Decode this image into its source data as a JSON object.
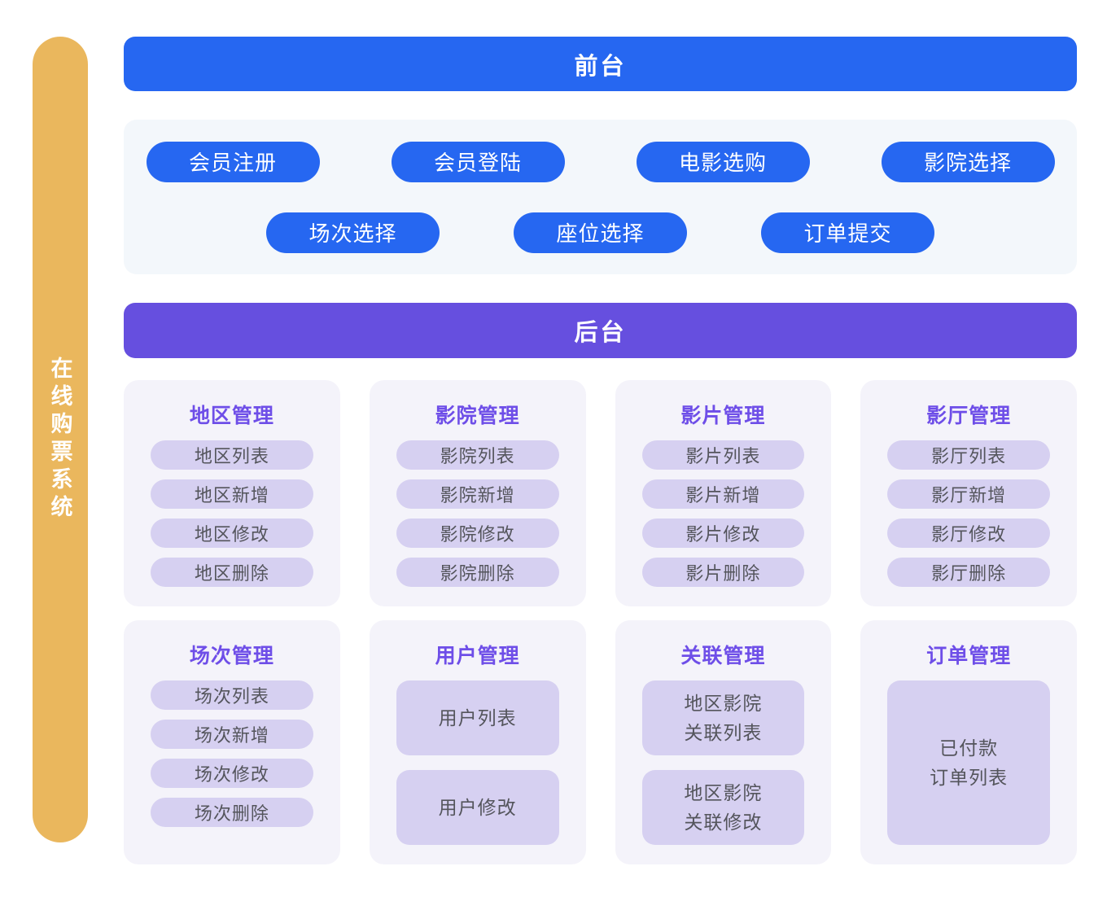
{
  "sidebar": {
    "label": "在线购票系统"
  },
  "frontend": {
    "title": "前台",
    "row1": [
      "会员注册",
      "会员登陆",
      "电影选购",
      "影院选择"
    ],
    "row2": [
      "场次选择",
      "座位选择",
      "订单提交"
    ]
  },
  "backend": {
    "title": "后台",
    "cards": [
      {
        "title": "地区管理",
        "items": [
          "地区列表",
          "地区新增",
          "地区修改",
          "地区删除"
        ]
      },
      {
        "title": "影院管理",
        "items": [
          "影院列表",
          "影院新增",
          "影院修改",
          "影院删除"
        ]
      },
      {
        "title": "影片管理",
        "items": [
          "影片列表",
          "影片新增",
          "影片修改",
          "影片删除"
        ]
      },
      {
        "title": "影厅管理",
        "items": [
          "影厅列表",
          "影厅新增",
          "影厅修改",
          "影厅删除"
        ]
      },
      {
        "title": "场次管理",
        "items": [
          "场次列表",
          "场次新增",
          "场次修改",
          "场次删除"
        ]
      },
      {
        "title": "用户管理",
        "items": [
          "用户列表",
          "用户修改"
        ]
      },
      {
        "title": "关联管理",
        "items_lines": [
          [
            "地区影院",
            "关联列表"
          ],
          [
            "地区影院",
            "关联修改"
          ]
        ]
      },
      {
        "title": "订单管理",
        "items_lines": [
          [
            "已付款",
            "订单列表"
          ]
        ]
      }
    ]
  },
  "colors": {
    "frontend_blue": "#2667F1",
    "frontend_panel": "#F3F7FB",
    "backend_purple": "#664FDF",
    "card_background": "#F4F3FA",
    "card_title_purple": "#6E4EE8",
    "item_lavender": "#D6D0F1",
    "item_text_gray": "#54555C",
    "sidebar_orange": "#EAB75D",
    "page_background": "#FFFFFF"
  }
}
